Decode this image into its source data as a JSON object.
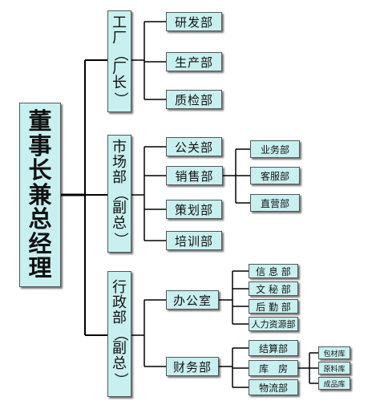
{
  "root": {
    "label": "董事长兼总经理"
  },
  "factory": {
    "label": "工厂（厂长）",
    "children": [
      "研发部",
      "生产部",
      "质检部"
    ]
  },
  "market": {
    "label": "市场部（副总）",
    "children": [
      "公关部",
      "销售部",
      "策划部",
      "培训部"
    ],
    "sales_children": [
      "业务部",
      "客服部",
      "直营部"
    ]
  },
  "admin": {
    "label": "行政部（副总）",
    "office": {
      "label": "办公室",
      "children": [
        "信 息 部",
        "文 秘 部",
        "后 勤 部",
        "人力资源部"
      ]
    },
    "finance": {
      "label": "财务部",
      "children": [
        "结算部",
        "库　房",
        "物流部"
      ],
      "storage_children": [
        "包材库",
        "原料库",
        "成品库"
      ]
    }
  },
  "colors": {
    "box_fill": "#c9f0f0",
    "line": "#000000"
  }
}
